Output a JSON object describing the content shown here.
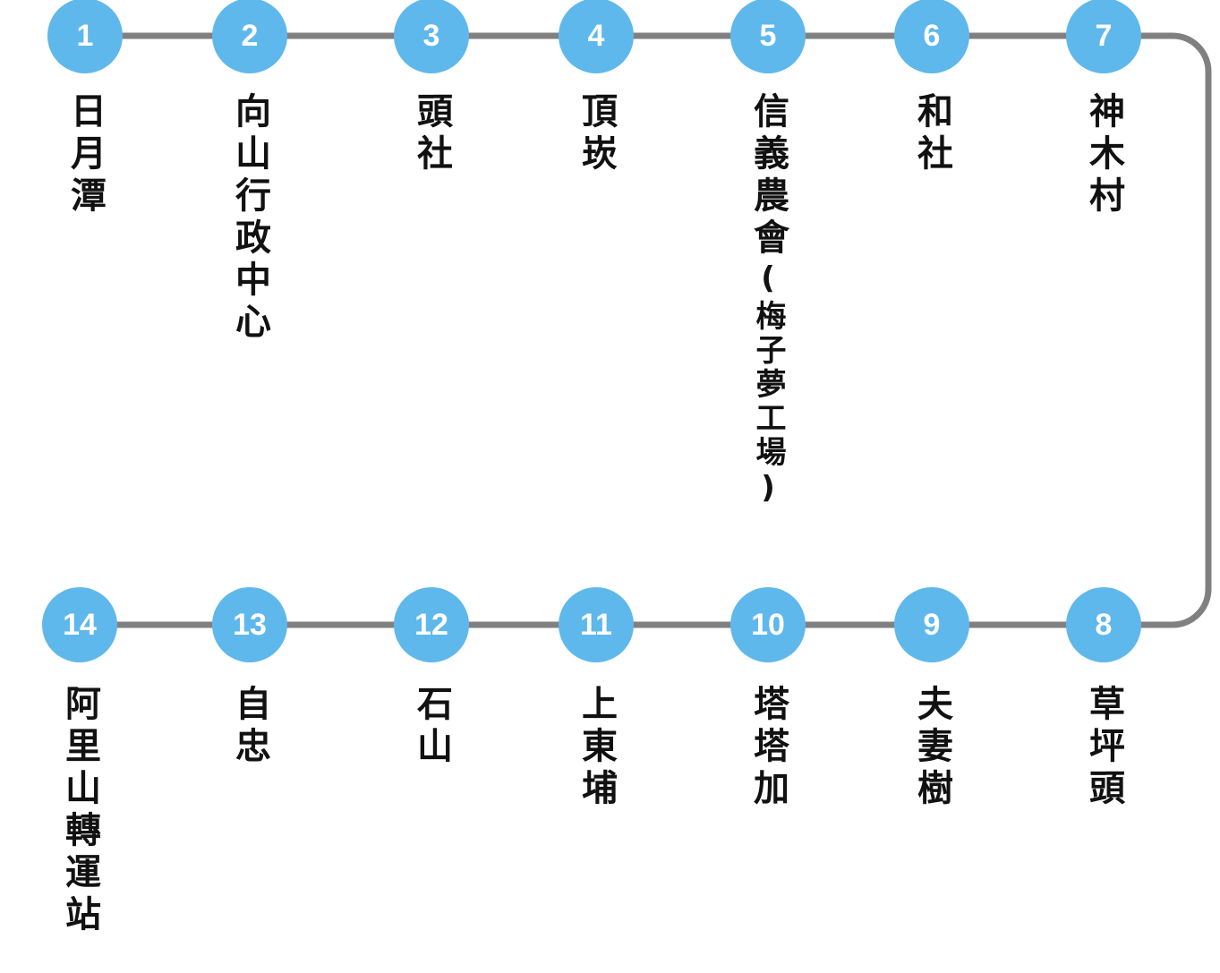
{
  "colors": {
    "stop": "#5fb8ec",
    "line": "#808080",
    "text": "#111111"
  },
  "stops": [
    {
      "number": "1",
      "name": "日月潭",
      "note": ""
    },
    {
      "number": "2",
      "name": "向山行政中心",
      "note": ""
    },
    {
      "number": "3",
      "name": "頭社",
      "note": ""
    },
    {
      "number": "4",
      "name": "頂崁",
      "note": ""
    },
    {
      "number": "5",
      "name": "信義農會",
      "note": "(梅子夢工場)"
    },
    {
      "number": "6",
      "name": "和社",
      "note": ""
    },
    {
      "number": "7",
      "name": "神木村",
      "note": ""
    },
    {
      "number": "8",
      "name": "草坪頭",
      "note": ""
    },
    {
      "number": "9",
      "name": "夫妻樹",
      "note": ""
    },
    {
      "number": "10",
      "name": "塔塔加",
      "note": ""
    },
    {
      "number": "11",
      "name": "上東埔",
      "note": ""
    },
    {
      "number": "12",
      "name": "石山",
      "note": ""
    },
    {
      "number": "13",
      "name": "自忠",
      "note": ""
    },
    {
      "number": "14",
      "name": "阿里山轉運站",
      "note": ""
    }
  ]
}
